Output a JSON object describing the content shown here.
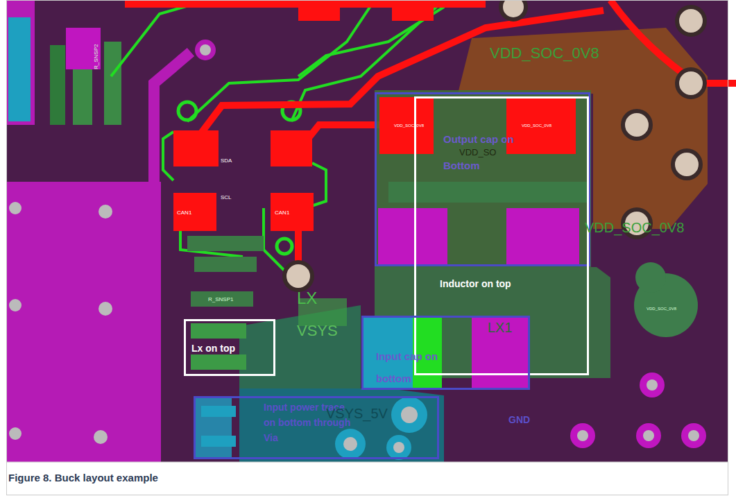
{
  "diagram": {
    "caption": "Figure 8. Buck layout example",
    "nodes": [
      {
        "text": [
          "Output cap on Bottom"
        ]
      },
      {
        "text": [
          "Inductor on top"
        ]
      },
      {
        "text": [
          "Lx on top"
        ]
      },
      {
        "text": [
          "Input cap on bottom"
        ]
      },
      {
        "text": [
          "Input power trace on bottom through Via"
        ]
      }
    ],
    "labels": [
      "VDD_SOC_0V8",
      "VDD_SO",
      "VDD_SOC_0V8",
      "VSYS",
      "LX",
      "LX1",
      "VSYS_5V",
      "GND",
      "SDA",
      "SCL",
      "CAN1",
      "CAN1",
      "R_SNSP1",
      "R_SNSP2",
      "VDD_SOC_0V8",
      "VDD_SOC_0V8",
      "VDD_SOC_0V8"
    ]
  }
}
